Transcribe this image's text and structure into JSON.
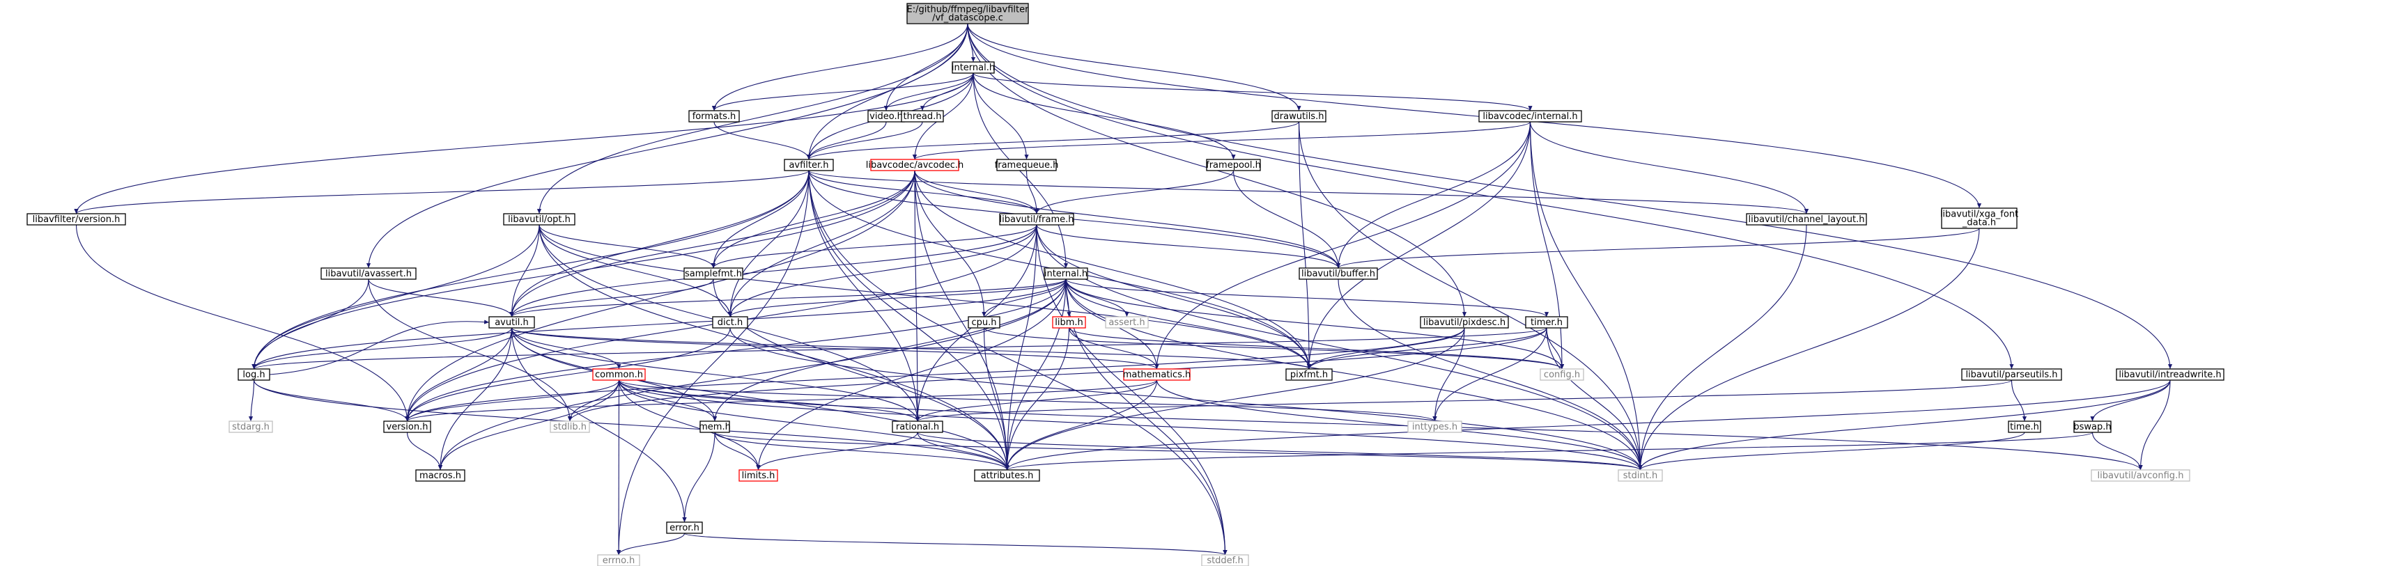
{
  "title": "E:/github/ffmpeg/libavfilter/vf_datascope.c",
  "colors": {
    "edge": "#191970",
    "root_fill": "#bfbfbf",
    "node_border": "#000000",
    "missing_border": "#bfbfbf",
    "missing_text": "#7f7f7f",
    "truncated_border": "#ff0000",
    "text": "#000000"
  },
  "nodes": [
    {
      "id": "root",
      "label": [
        "E:/github/ffmpeg/libavfilter",
        "/vf_datascope.c"
      ],
      "kind": "root"
    },
    {
      "id": "internal_lavfi",
      "label": [
        "internal.h"
      ],
      "kind": "normal"
    },
    {
      "id": "formats",
      "label": [
        "formats.h"
      ],
      "kind": "normal"
    },
    {
      "id": "video",
      "label": [
        "video.h"
      ],
      "kind": "normal"
    },
    {
      "id": "thread",
      "label": [
        "thread.h"
      ],
      "kind": "normal"
    },
    {
      "id": "drawutils",
      "label": [
        "drawutils.h"
      ],
      "kind": "normal"
    },
    {
      "id": "lavc_internal",
      "label": [
        "libavcodec/internal.h"
      ],
      "kind": "normal"
    },
    {
      "id": "avfilter",
      "label": [
        "avfilter.h"
      ],
      "kind": "normal"
    },
    {
      "id": "avcodec",
      "label": [
        "libavcodec/avcodec.h"
      ],
      "kind": "truncated"
    },
    {
      "id": "framequeue",
      "label": [
        "framequeue.h"
      ],
      "kind": "normal"
    },
    {
      "id": "framepool",
      "label": [
        "framepool.h"
      ],
      "kind": "normal"
    },
    {
      "id": "lavfi_version",
      "label": [
        "libavfilter/version.h"
      ],
      "kind": "normal"
    },
    {
      "id": "opt",
      "label": [
        "libavutil/opt.h"
      ],
      "kind": "normal"
    },
    {
      "id": "frame",
      "label": [
        "libavutil/frame.h"
      ],
      "kind": "normal"
    },
    {
      "id": "channel_layout",
      "label": [
        "libavutil/channel_layout.h"
      ],
      "kind": "normal"
    },
    {
      "id": "vga_font",
      "label": [
        "libavutil/xga_font",
        "_data.h"
      ],
      "kind": "normal"
    },
    {
      "id": "avassert",
      "label": [
        "libavutil/avassert.h"
      ],
      "kind": "normal"
    },
    {
      "id": "samplefmt",
      "label": [
        "samplefmt.h"
      ],
      "kind": "normal"
    },
    {
      "id": "buffer",
      "label": [
        "libavutil/buffer.h"
      ],
      "kind": "normal"
    },
    {
      "id": "internal_lavu",
      "label": [
        "internal.h"
      ],
      "kind": "normal"
    },
    {
      "id": "avutil",
      "label": [
        "avutil.h"
      ],
      "kind": "normal"
    },
    {
      "id": "dict",
      "label": [
        "dict.h"
      ],
      "kind": "normal"
    },
    {
      "id": "cpu",
      "label": [
        "cpu.h"
      ],
      "kind": "normal"
    },
    {
      "id": "libm",
      "label": [
        "libm.h"
      ],
      "kind": "truncated"
    },
    {
      "id": "assert",
      "label": [
        "assert.h"
      ],
      "kind": "missing"
    },
    {
      "id": "pixdesc",
      "label": [
        "libavutil/pixdesc.h"
      ],
      "kind": "normal"
    },
    {
      "id": "timer",
      "label": [
        "timer.h"
      ],
      "kind": "normal"
    },
    {
      "id": "log",
      "label": [
        "log.h"
      ],
      "kind": "normal"
    },
    {
      "id": "common",
      "label": [
        "common.h"
      ],
      "kind": "truncated"
    },
    {
      "id": "mathematics",
      "label": [
        "mathematics.h"
      ],
      "kind": "truncated"
    },
    {
      "id": "pixfmt",
      "label": [
        "pixfmt.h"
      ],
      "kind": "normal"
    },
    {
      "id": "config",
      "label": [
        "config.h"
      ],
      "kind": "missing"
    },
    {
      "id": "parseutils",
      "label": [
        "libavutil/parseutils.h"
      ],
      "kind": "normal"
    },
    {
      "id": "intreadwrite",
      "label": [
        "libavutil/intreadwrite.h"
      ],
      "kind": "normal"
    },
    {
      "id": "stdarg",
      "label": [
        "stdarg.h"
      ],
      "kind": "missing"
    },
    {
      "id": "version",
      "label": [
        "version.h"
      ],
      "kind": "normal"
    },
    {
      "id": "stdlib",
      "label": [
        "stdlib.h"
      ],
      "kind": "missing"
    },
    {
      "id": "mem",
      "label": [
        "mem.h"
      ],
      "kind": "normal"
    },
    {
      "id": "rational",
      "label": [
        "rational.h"
      ],
      "kind": "normal"
    },
    {
      "id": "inttypes",
      "label": [
        "inttypes.h"
      ],
      "kind": "missing"
    },
    {
      "id": "time",
      "label": [
        "time.h"
      ],
      "kind": "normal"
    },
    {
      "id": "bswap",
      "label": [
        "bswap.h"
      ],
      "kind": "normal"
    },
    {
      "id": "macros",
      "label": [
        "macros.h"
      ],
      "kind": "normal"
    },
    {
      "id": "limits",
      "label": [
        "limits.h"
      ],
      "kind": "truncated_missing"
    },
    {
      "id": "attributes",
      "label": [
        "attributes.h"
      ],
      "kind": "normal"
    },
    {
      "id": "stdint",
      "label": [
        "stdint.h"
      ],
      "kind": "missing"
    },
    {
      "id": "avconfig",
      "label": [
        "libavutil/avconfig.h"
      ],
      "kind": "missing"
    },
    {
      "id": "error",
      "label": [
        "error.h"
      ],
      "kind": "normal"
    },
    {
      "id": "errno",
      "label": [
        "errno.h"
      ],
      "kind": "missing"
    },
    {
      "id": "stddef",
      "label": [
        "stddef.h"
      ],
      "kind": "missing"
    }
  ],
  "edges": [
    [
      "root",
      "internal_lavfi"
    ],
    [
      "root",
      "formats"
    ],
    [
      "root",
      "video"
    ],
    [
      "root",
      "avfilter"
    ],
    [
      "root",
      "drawutils"
    ],
    [
      "root",
      "opt"
    ],
    [
      "root",
      "avassert"
    ],
    [
      "root",
      "vga_font"
    ],
    [
      "root",
      "pixdesc"
    ],
    [
      "root",
      "parseutils"
    ],
    [
      "root",
      "intreadwrite"
    ],
    [
      "internal_lavfi",
      "formats"
    ],
    [
      "internal_lavfi",
      "video"
    ],
    [
      "internal_lavfi",
      "thread"
    ],
    [
      "internal_lavfi",
      "avfilter"
    ],
    [
      "internal_lavfi",
      "avcodec"
    ],
    [
      "internal_lavfi",
      "framequeue"
    ],
    [
      "internal_lavfi",
      "framepool"
    ],
    [
      "internal_lavfi",
      "lavc_internal"
    ],
    [
      "internal_lavfi",
      "internal_lavu"
    ],
    [
      "internal_lavfi",
      "lavfi_version"
    ],
    [
      "formats",
      "avfilter"
    ],
    [
      "video",
      "avfilter"
    ],
    [
      "thread",
      "avfilter"
    ],
    [
      "drawutils",
      "avfilter"
    ],
    [
      "drawutils",
      "pixfmt"
    ],
    [
      "drawutils",
      "stdint"
    ],
    [
      "lavc_internal",
      "avcodec"
    ],
    [
      "lavc_internal",
      "buffer"
    ],
    [
      "lavc_internal",
      "channel_layout"
    ],
    [
      "lavc_internal",
      "pixfmt"
    ],
    [
      "lavc_internal",
      "config"
    ],
    [
      "lavc_internal",
      "mathematics"
    ],
    [
      "lavc_internal",
      "stdint"
    ],
    [
      "avfilter",
      "lavfi_version"
    ],
    [
      "avfilter",
      "frame"
    ],
    [
      "avfilter",
      "buffer"
    ],
    [
      "avfilter",
      "samplefmt"
    ],
    [
      "avfilter",
      "dict"
    ],
    [
      "avfilter",
      "avutil"
    ],
    [
      "avfilter",
      "log"
    ],
    [
      "avfilter",
      "pixfmt"
    ],
    [
      "avfilter",
      "rational"
    ],
    [
      "avfilter",
      "attributes"
    ],
    [
      "avfilter",
      "stddef"
    ],
    [
      "avfilter",
      "errno"
    ],
    [
      "avfilter",
      "channel_layout"
    ],
    [
      "avcodec",
      "frame"
    ],
    [
      "avcodec",
      "samplefmt"
    ],
    [
      "avcodec",
      "avutil"
    ],
    [
      "avcodec",
      "buffer"
    ],
    [
      "avcodec",
      "cpu"
    ],
    [
      "avcodec",
      "dict"
    ],
    [
      "avcodec",
      "log"
    ],
    [
      "avcodec",
      "pixfmt"
    ],
    [
      "avcodec",
      "rational"
    ],
    [
      "avcodec",
      "attributes"
    ],
    [
      "avcodec",
      "version"
    ],
    [
      "framequeue",
      "frame"
    ],
    [
      "framepool",
      "frame"
    ],
    [
      "framepool",
      "buffer"
    ],
    [
      "lavfi_version",
      "version"
    ],
    [
      "opt",
      "avutil"
    ],
    [
      "opt",
      "dict"
    ],
    [
      "opt",
      "log"
    ],
    [
      "opt",
      "pixfmt"
    ],
    [
      "opt",
      "rational"
    ],
    [
      "opt",
      "samplefmt"
    ],
    [
      "opt",
      "attributes"
    ],
    [
      "frame",
      "avutil"
    ],
    [
      "frame",
      "buffer"
    ],
    [
      "frame",
      "dict"
    ],
    [
      "frame",
      "rational"
    ],
    [
      "frame",
      "samplefmt"
    ],
    [
      "frame",
      "pixfmt"
    ],
    [
      "frame",
      "version"
    ],
    [
      "frame",
      "attributes"
    ],
    [
      "frame",
      "stddef"
    ],
    [
      "frame",
      "stdint"
    ],
    [
      "vga_font",
      "stdint"
    ],
    [
      "vga_font",
      "buffer"
    ],
    [
      "channel_layout",
      "stdint"
    ],
    [
      "avassert",
      "avutil"
    ],
    [
      "avassert",
      "log"
    ],
    [
      "avassert",
      "stdlib"
    ],
    [
      "samplefmt",
      "avutil"
    ],
    [
      "samplefmt",
      "attributes"
    ],
    [
      "buffer",
      "stdint"
    ],
    [
      "internal_lavu",
      "dict"
    ],
    [
      "internal_lavu",
      "cpu"
    ],
    [
      "internal_lavu",
      "libm"
    ],
    [
      "internal_lavu",
      "assert"
    ],
    [
      "internal_lavu",
      "pixfmt"
    ],
    [
      "internal_lavu",
      "timer"
    ],
    [
      "internal_lavu",
      "log"
    ],
    [
      "internal_lavu",
      "mem"
    ],
    [
      "internal_lavu",
      "macros"
    ],
    [
      "internal_lavu",
      "version"
    ],
    [
      "internal_lavu",
      "attributes"
    ],
    [
      "internal_lavu",
      "stdint"
    ],
    [
      "internal_lavu",
      "limits"
    ],
    [
      "internal_lavu",
      "stddef"
    ],
    [
      "internal_lavu",
      "config"
    ],
    [
      "internal_lavu",
      "avutil"
    ],
    [
      "internal_lavu",
      "mathematics"
    ],
    [
      "avutil",
      "common"
    ],
    [
      "avutil",
      "error"
    ],
    [
      "avutil",
      "version"
    ],
    [
      "avutil",
      "mathematics"
    ],
    [
      "avutil",
      "rational"
    ],
    [
      "avutil",
      "log"
    ],
    [
      "avutil",
      "pixfmt"
    ],
    [
      "avutil",
      "macros"
    ],
    [
      "avutil",
      "mem"
    ],
    [
      "avutil",
      "attributes"
    ],
    [
      "dict",
      "stdint"
    ],
    [
      "dict",
      "version"
    ],
    [
      "cpu",
      "config"
    ],
    [
      "cpu",
      "attributes"
    ],
    [
      "libm",
      "mathematics"
    ],
    [
      "libm",
      "attributes"
    ],
    [
      "libm",
      "config"
    ],
    [
      "pixdesc",
      "inttypes"
    ],
    [
      "pixdesc",
      "pixfmt"
    ],
    [
      "pixdesc",
      "version"
    ],
    [
      "pixdesc",
      "attributes"
    ],
    [
      "timer",
      "config"
    ],
    [
      "timer",
      "log"
    ],
    [
      "timer",
      "inttypes"
    ],
    [
      "timer",
      "stdint"
    ],
    [
      "timer",
      "stdlib"
    ],
    [
      "timer",
      "pixfmt"
    ],
    [
      "log",
      "stdarg"
    ],
    [
      "log",
      "version"
    ],
    [
      "log",
      "attributes"
    ],
    [
      "log",
      "avutil"
    ],
    [
      "common",
      "attributes"
    ],
    [
      "common",
      "macros"
    ],
    [
      "common",
      "version"
    ],
    [
      "common",
      "stdlib"
    ],
    [
      "common",
      "inttypes"
    ],
    [
      "common",
      "limits"
    ],
    [
      "common",
      "errno"
    ],
    [
      "common",
      "mem"
    ],
    [
      "common",
      "rational"
    ],
    [
      "common",
      "stdint"
    ],
    [
      "common",
      "avconfig"
    ],
    [
      "mathematics",
      "rational"
    ],
    [
      "mathematics",
      "attributes"
    ],
    [
      "mathematics",
      "stdint"
    ],
    [
      "mathematics",
      "version"
    ],
    [
      "parseutils",
      "time"
    ],
    [
      "parseutils",
      "rational"
    ],
    [
      "time",
      "stdint"
    ],
    [
      "intreadwrite",
      "bswap"
    ],
    [
      "intreadwrite",
      "avconfig"
    ],
    [
      "intreadwrite",
      "attributes"
    ],
    [
      "intreadwrite",
      "stdint"
    ],
    [
      "bswap",
      "attributes"
    ],
    [
      "bswap",
      "avconfig"
    ],
    [
      "version",
      "macros"
    ],
    [
      "mem",
      "error"
    ],
    [
      "mem",
      "limits"
    ],
    [
      "mem",
      "attributes"
    ],
    [
      "mem",
      "stdint"
    ],
    [
      "rational",
      "attributes"
    ],
    [
      "rational",
      "limits"
    ],
    [
      "rational",
      "stdint"
    ],
    [
      "error",
      "errno"
    ],
    [
      "error",
      "stddef"
    ]
  ]
}
